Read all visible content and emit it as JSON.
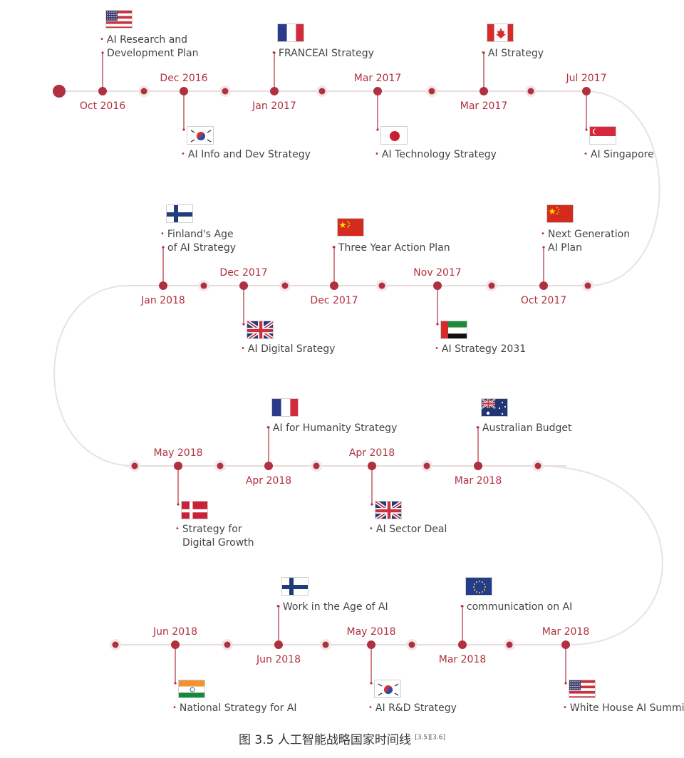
{
  "caption": {
    "title": "图 3.5 人工智能战略国家时间线",
    "refs": "[3.5][3.6]"
  },
  "colors": {
    "primary": "#b0303e",
    "line": "#e7dcdc",
    "curve": "#ebe1e1",
    "text": "#444444"
  },
  "rows": [
    {
      "events": [
        {
          "date": "Oct 2016",
          "label": [
            "AI Research and",
            "Development Plan"
          ],
          "flag": "usa",
          "country": "United States"
        },
        {
          "date": "Dec 2016",
          "label": [
            "AI Info and Dev Strategy"
          ],
          "flag": "korea",
          "country": "South Korea"
        },
        {
          "date": "Jan 2017",
          "label": [
            "FRANCEAI Strategy"
          ],
          "flag": "france",
          "country": "France"
        },
        {
          "date": "Mar 2017",
          "label": [
            "AI Technology Strategy"
          ],
          "flag": "japan",
          "country": "Japan"
        },
        {
          "date": "Mar 2017",
          "label": [
            "AI Strategy"
          ],
          "flag": "canada",
          "country": "Canada"
        },
        {
          "date": "Jul 2017",
          "label": [
            "AI Singapore"
          ],
          "flag": "singapore",
          "country": "Singapore"
        }
      ]
    },
    {
      "events": [
        {
          "date": "Jan 2018",
          "label": [
            "Finland's Age",
            "of AI Strategy"
          ],
          "flag": "finland",
          "country": "Finland"
        },
        {
          "date": "Dec 2017",
          "label": [
            "AI Digital Srategy"
          ],
          "flag": "uk",
          "country": "United Kingdom"
        },
        {
          "date": "Dec 2017",
          "label": [
            "Three Year Action Plan"
          ],
          "flag": "china",
          "country": "China"
        },
        {
          "date": "Nov 2017",
          "label": [
            "AI Strategy 2031"
          ],
          "flag": "uae",
          "country": "UAE"
        },
        {
          "date": "Oct 2017",
          "label": [
            "Next Generation",
            "AI Plan"
          ],
          "flag": "china",
          "country": "China"
        }
      ]
    },
    {
      "events": [
        {
          "date": "May 2018",
          "label": [
            "Strategy for",
            "Digital Growth"
          ],
          "flag": "denmark",
          "country": "Denmark"
        },
        {
          "date": "Apr 2018",
          "label": [
            "AI for Humanity Strategy"
          ],
          "flag": "france",
          "country": "France"
        },
        {
          "date": "Apr 2018",
          "label": [
            "AI Sector Deal"
          ],
          "flag": "uk",
          "country": "United Kingdom"
        },
        {
          "date": "Mar 2018",
          "label": [
            "Australian Budget"
          ],
          "flag": "australia",
          "country": "Australia"
        }
      ]
    },
    {
      "events": [
        {
          "date": "Jun 2018",
          "label": [
            "National Strategy for AI"
          ],
          "flag": "india",
          "country": "India"
        },
        {
          "date": "Jun 2018",
          "label": [
            "Work in the Age of AI"
          ],
          "flag": "finland",
          "country": "Finland"
        },
        {
          "date": "May 2018",
          "label": [
            "AI R&D Strategy"
          ],
          "flag": "korea",
          "country": "South Korea"
        },
        {
          "date": "Mar 2018",
          "label": [
            "communication on AI"
          ],
          "flag": "eu",
          "country": "European Union"
        },
        {
          "date": "Mar 2018",
          "label": [
            "White House AI Summit"
          ],
          "flag": "usa",
          "country": "United States"
        }
      ]
    }
  ]
}
